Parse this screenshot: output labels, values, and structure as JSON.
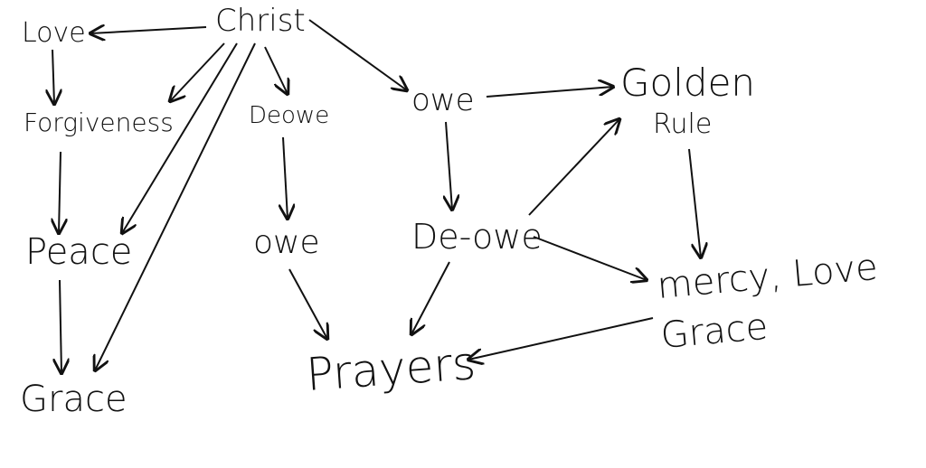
{
  "nodes": {
    "christ": "Christ",
    "love": "Love",
    "forgiveness": "Forgiveness",
    "deowe_top": "Deowe",
    "owe_top": "owe",
    "golden": "Golden",
    "rule": "Rule",
    "peace": "Peace",
    "owe_mid": "owe",
    "deowe_mid": "De-owe",
    "mercy_love": "mercy, Love",
    "grace_right": "Grace",
    "prayers": "Prayers",
    "grace_left": "Grace"
  },
  "colors": {
    "ink": "#111111",
    "background": "#ffffff"
  }
}
